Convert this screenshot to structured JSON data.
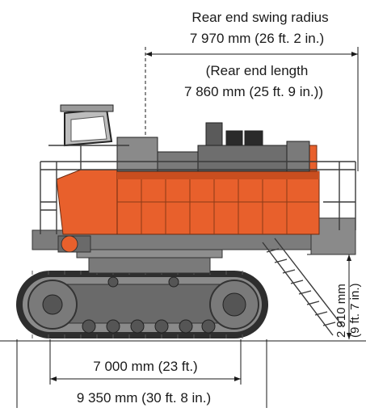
{
  "dimensions": {
    "rear_swing_label": "Rear end swing radius",
    "rear_swing_value": "7 970 mm (26 ft. 2 in.)",
    "rear_length_label": "(Rear end length",
    "rear_length_value": "7 860 mm (25 ft. 9 in.))",
    "track_length_value": "7 000 mm (23 ft.)",
    "overall_length_value": "9 350 mm (30 ft. 8 in.)",
    "height_value_line1": "2 910 mm",
    "height_value_line2": "(9 ft. 7 in.)"
  },
  "colors": {
    "body_orange": "#E8602C",
    "body_orange_dark": "#C94E1F",
    "steel_grey": "#6E6E6E",
    "steel_dark": "#3C3C3C",
    "steel_light": "#9A9A9A",
    "line": "#1a1a1a"
  }
}
